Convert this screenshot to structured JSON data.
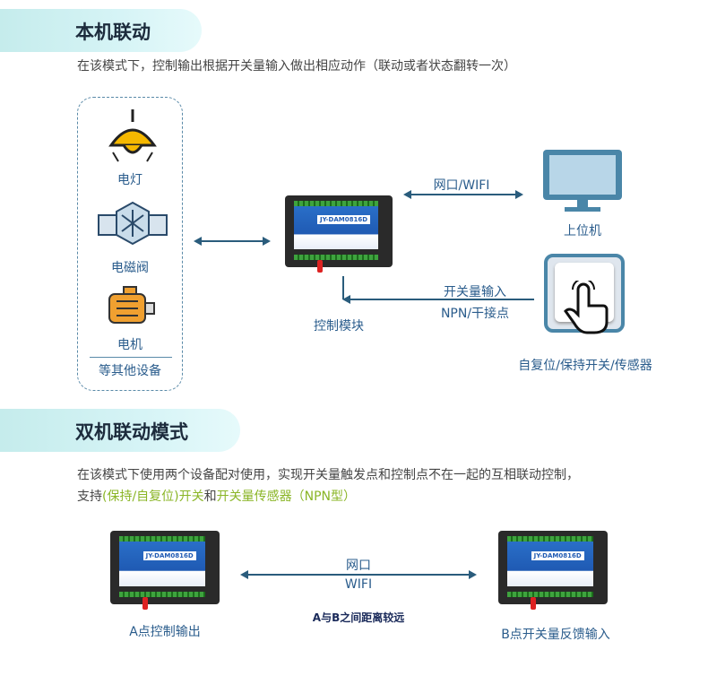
{
  "section1": {
    "title": "本机联动",
    "description": "在该模式下，控制输出根据开关量输入做出相应动作（联动或者状态翻转一次）",
    "devices": [
      {
        "label": "电灯",
        "icon": "lamp-icon"
      },
      {
        "label": "电磁阀",
        "icon": "solenoid-valve-icon"
      },
      {
        "label": "电机",
        "icon": "motor-icon"
      }
    ],
    "other_devices": "等其他设备",
    "module_label": "控制模块",
    "module_model": "JY-DAM0816D",
    "link_network": "网口/WIFI",
    "pc_label": "上位机",
    "input_line1": "开关量输入",
    "input_line2": "NPN/干接点",
    "switch_label": "自复位/保持开关/传感器"
  },
  "section2": {
    "title": "双机联动模式",
    "desc_line1": "在该模式下使用两个设备配对使用，实现开关量触发点和控制点不在一起的互相联动控制，",
    "desc_prefix": "支持",
    "desc_green1": "(保持/自复位)开关",
    "desc_mid": "和",
    "desc_green2": "开关量传感器（NPN型）",
    "link_top": "网口",
    "link_bottom": "WIFI",
    "distance_note": "A与B之间距离较远",
    "a_label": "A点控制输出",
    "b_label": "B点开关量反馈输入",
    "module_model": "JY-DAM0816D"
  },
  "colors": {
    "accent_green": "#8ab526",
    "line": "#2a5c7c",
    "device_blue": "#1f5ab3"
  }
}
